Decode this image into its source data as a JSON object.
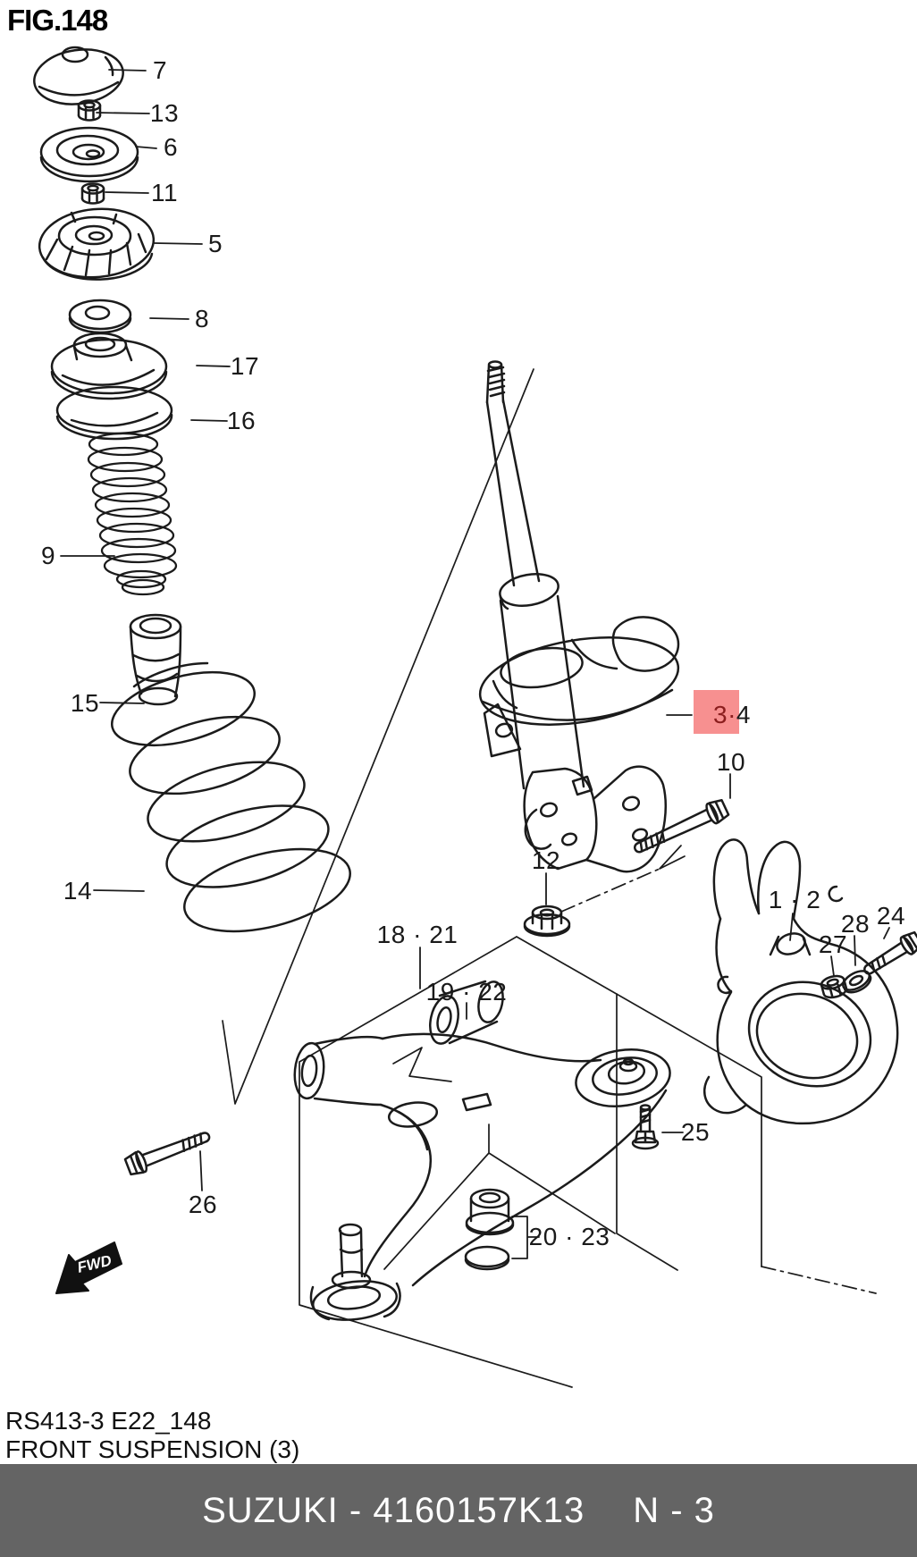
{
  "figure": {
    "title": "FIG.148"
  },
  "meta": {
    "code_line": "RS413-3 E22_148",
    "name_line": "FRONT SUSPENSION (3)"
  },
  "footer": {
    "brand_part": "SUZUKI - 4160157K13",
    "page_ref": "N - 3",
    "bg_color": "#646464",
    "text_color": "#ffffff"
  },
  "direction_badge": {
    "label": "FWD"
  },
  "highlight": {
    "bg_color": "#f79090",
    "text_color": "#8b1e1e"
  },
  "labels": {
    "p7": "7",
    "p13": "13",
    "p6": "6",
    "p11": "11",
    "p5": "5",
    "p8": "8",
    "p17": "17",
    "p16": "16",
    "p9": "9",
    "p15": "15",
    "p14": "14",
    "p26": "26",
    "p3_4_hl": "3·",
    "p3_4_tail": "4",
    "p10": "10",
    "p12": "12",
    "p1_2": "1 · 2",
    "p27": "27",
    "p28": "28",
    "p24": "24",
    "p25": "25",
    "p18_21": "18 · 21",
    "p19_22": "19 · 22",
    "p20_23": "20 · 23"
  }
}
